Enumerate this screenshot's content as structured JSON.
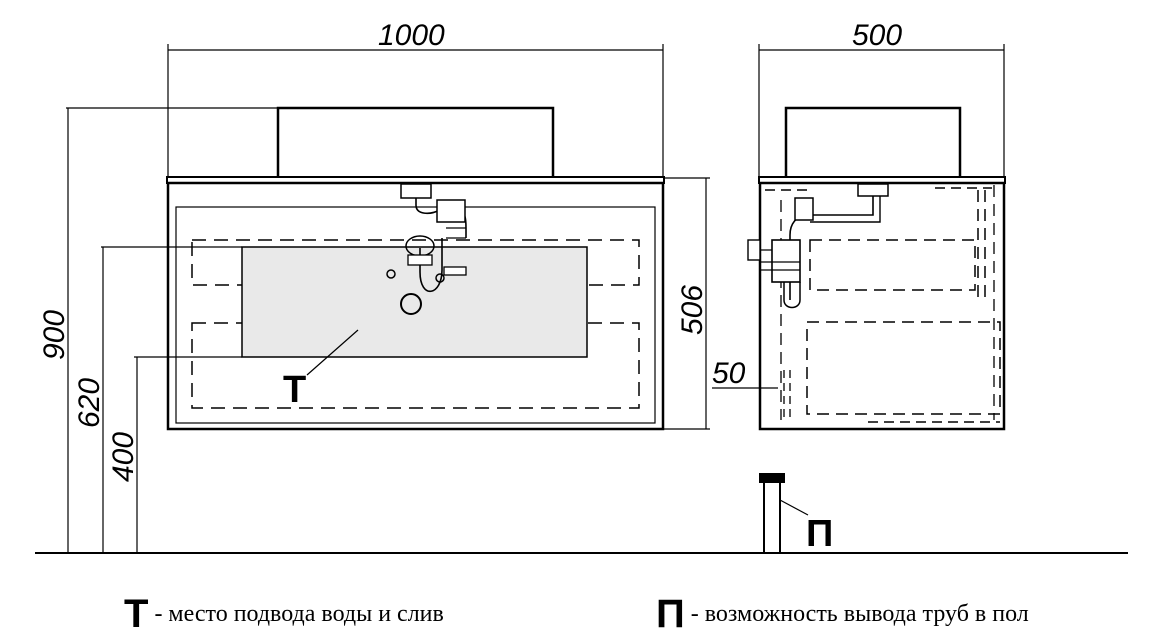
{
  "dimensions": {
    "front_width": "1000",
    "side_depth": "500",
    "total_height": "900",
    "inlet_height": "620",
    "drain_height": "400",
    "cabinet_height": "506",
    "pipe_offset": "50"
  },
  "markers": {
    "t_symbol": "Т",
    "p_symbol": "П"
  },
  "legend": {
    "t_text": "- место подвода воды и слив",
    "p_text": "- возможность вывода труб в пол"
  }
}
